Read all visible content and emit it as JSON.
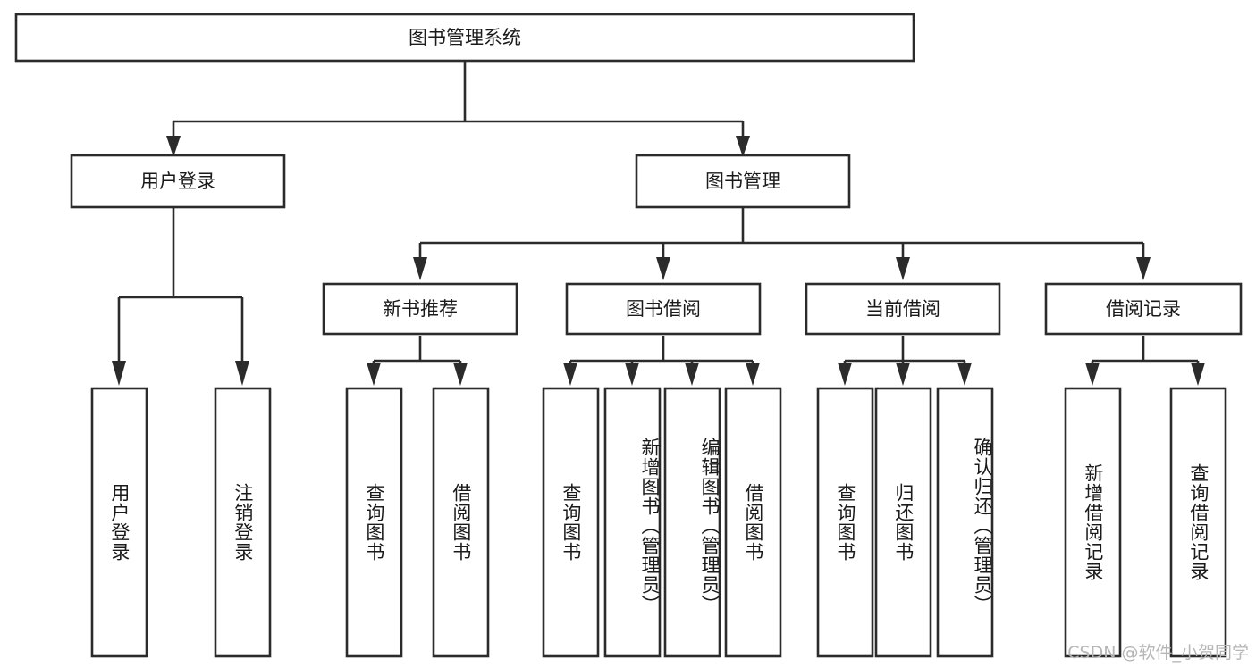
{
  "diagram": {
    "type": "tree",
    "title": "图书管理系统",
    "orientation": "top-down",
    "colors": {
      "box_fill": "#ffffff",
      "box_stroke": "#2b2b2b",
      "text": "#1a1a1a",
      "watermark": "#b6b6b6",
      "background": "#ffffff"
    },
    "root": {
      "label": "图书管理系统"
    },
    "level1": [
      {
        "label": "用户登录"
      },
      {
        "label": "图书管理"
      }
    ],
    "level2": [
      {
        "label": "新书推荐"
      },
      {
        "label": "图书借阅"
      },
      {
        "label": "当前借阅"
      },
      {
        "label": "借阅记录"
      }
    ],
    "leaves": {
      "user_login": [
        {
          "label": "用户登录"
        },
        {
          "label": "注销登录"
        }
      ],
      "new_book_recommend": [
        {
          "label": "查询图书"
        },
        {
          "label": "借阅图书"
        }
      ],
      "book_borrow": [
        {
          "label": "查询图书"
        },
        {
          "label": "新增图书（管理员）"
        },
        {
          "label": "编辑图书（管理员）"
        },
        {
          "label": "借阅图书"
        }
      ],
      "current_borrow": [
        {
          "label": "查询图书"
        },
        {
          "label": "归还图书"
        },
        {
          "label": "确认归还（管理员）"
        }
      ],
      "borrow_record": [
        {
          "label": "新增借阅记录"
        },
        {
          "label": "查询借阅记录"
        }
      ]
    }
  },
  "watermark": {
    "text": "CSDN @软件_小贺同学"
  }
}
